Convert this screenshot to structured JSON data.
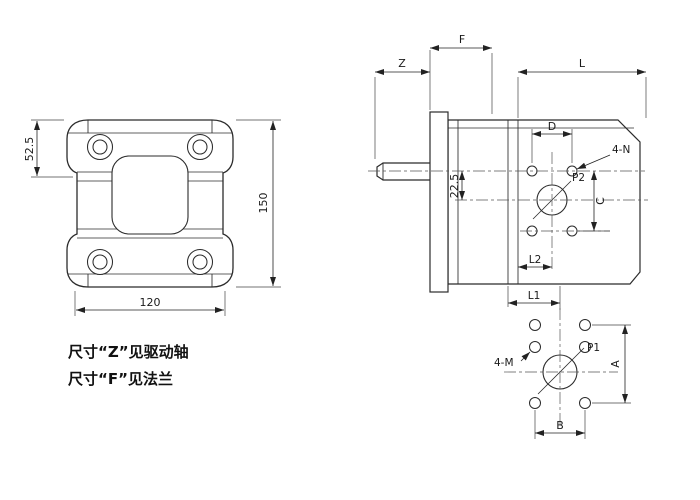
{
  "front_view": {
    "dim_upper": "52.5",
    "dim_height": "150",
    "dim_width": "120"
  },
  "side_view": {
    "dim_shaft": "Z",
    "dim_flange": "F",
    "dim_length": "L",
    "dim_hole_spacing_h": "D",
    "dim_hole_spacing_v": "C",
    "dim_port_offset": "22.5",
    "dim_l1": "L1",
    "dim_l2": "L2",
    "bolt_label": "4-N",
    "port_label": "P2"
  },
  "bottom_view": {
    "bolt_label": "4-M",
    "port_label": "P1",
    "dim_a": "A",
    "dim_b": "B"
  },
  "notes": {
    "line1": "尺寸“Z”见驱动轴",
    "line2": "尺寸“F”见法兰"
  }
}
